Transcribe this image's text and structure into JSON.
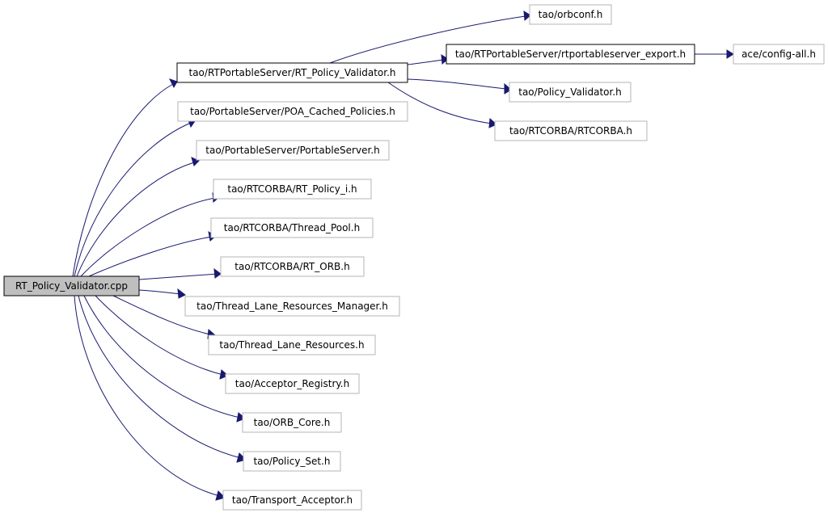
{
  "graph": {
    "edge_color": "#191970",
    "root_fill": "#bfbfbf",
    "nodes": [
      {
        "id": "root",
        "label": "RT_Policy_Validator.cpp"
      },
      {
        "id": "rtpv",
        "label": "tao/RTPortableServer/RT_Policy_Validator.h"
      },
      {
        "id": "orbconf",
        "label": "tao/orbconf.h"
      },
      {
        "id": "export",
        "label": "tao/RTPortableServer/rtportableserver_export.h"
      },
      {
        "id": "config",
        "label": "ace/config-all.h"
      },
      {
        "id": "polval",
        "label": "tao/Policy_Validator.h"
      },
      {
        "id": "rtcorba",
        "label": "tao/RTCORBA/RTCORBA.h"
      },
      {
        "id": "poacached",
        "label": "tao/PortableServer/POA_Cached_Policies.h"
      },
      {
        "id": "portable",
        "label": "tao/PortableServer/PortableServer.h"
      },
      {
        "id": "rtpolicyi",
        "label": "tao/RTCORBA/RT_Policy_i.h"
      },
      {
        "id": "threadpool",
        "label": "tao/RTCORBA/Thread_Pool.h"
      },
      {
        "id": "rtorb",
        "label": "tao/RTCORBA/RT_ORB.h"
      },
      {
        "id": "tlrm",
        "label": "tao/Thread_Lane_Resources_Manager.h"
      },
      {
        "id": "tlr",
        "label": "tao/Thread_Lane_Resources.h"
      },
      {
        "id": "acceptor",
        "label": "tao/Acceptor_Registry.h"
      },
      {
        "id": "orbcore",
        "label": "tao/ORB_Core.h"
      },
      {
        "id": "policyset",
        "label": "tao/Policy_Set.h"
      },
      {
        "id": "transport",
        "label": "tao/Transport_Acceptor.h"
      }
    ],
    "edges": [
      {
        "from": "root",
        "to": "rtpv"
      },
      {
        "from": "root",
        "to": "poacached"
      },
      {
        "from": "root",
        "to": "portable"
      },
      {
        "from": "root",
        "to": "rtpolicyi"
      },
      {
        "from": "root",
        "to": "threadpool"
      },
      {
        "from": "root",
        "to": "rtorb"
      },
      {
        "from": "root",
        "to": "tlrm"
      },
      {
        "from": "root",
        "to": "tlr"
      },
      {
        "from": "root",
        "to": "acceptor"
      },
      {
        "from": "root",
        "to": "orbcore"
      },
      {
        "from": "root",
        "to": "policyset"
      },
      {
        "from": "root",
        "to": "transport"
      },
      {
        "from": "rtpv",
        "to": "orbconf"
      },
      {
        "from": "rtpv",
        "to": "export"
      },
      {
        "from": "rtpv",
        "to": "polval"
      },
      {
        "from": "rtpv",
        "to": "rtcorba"
      },
      {
        "from": "export",
        "to": "config"
      }
    ]
  }
}
